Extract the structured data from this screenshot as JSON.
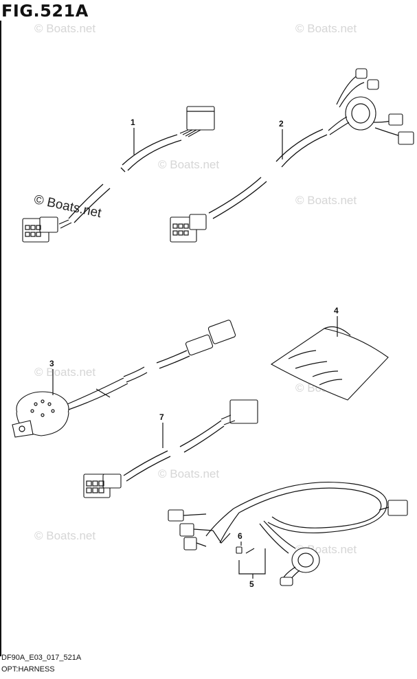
{
  "figure": {
    "title": "FIG.521A"
  },
  "footer": {
    "code": "DF90A_E03_017_521A",
    "caption": "OPT:HARNESS"
  },
  "watermarks": [
    "© Boats.net",
    "© Boats.net",
    "© Boats.net",
    "© Boats.net",
    "© Boats.net",
    "© Boats.net",
    "© Boats.net",
    "© Boats.net",
    "© Boats.net"
  ],
  "watermark_dark": "© Boats.net",
  "callouts": [
    "1",
    "2",
    "3",
    "4",
    "5",
    "6",
    "7"
  ]
}
